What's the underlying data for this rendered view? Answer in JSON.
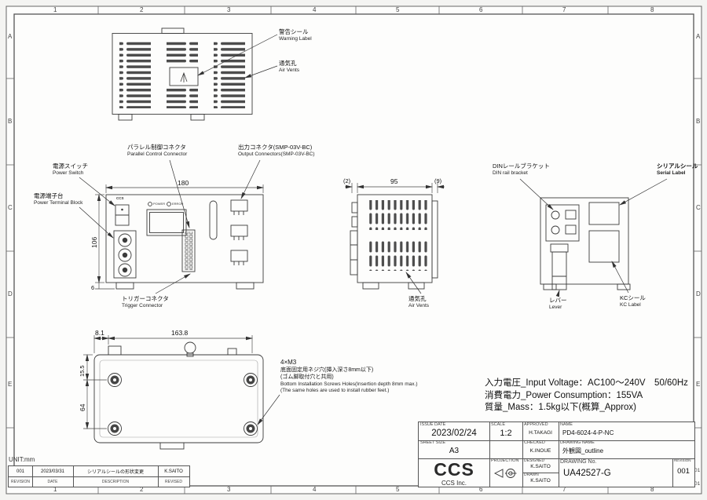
{
  "sheet": {
    "unit": "UNIT:mm",
    "grid_cols": [
      "1",
      "2",
      "3",
      "4",
      "5",
      "6",
      "7",
      "8"
    ],
    "grid_rows": [
      "A",
      "B",
      "C",
      "D",
      "E"
    ],
    "edge_marks": [
      "01",
      "01"
    ]
  },
  "labels": {
    "warning": {
      "jp": "警告シール",
      "en": "Warning Label"
    },
    "vents_top": {
      "jp": "通気孔",
      "en": "Air Vents"
    },
    "parallel": {
      "jp": "パラレル制御コネクタ",
      "en": "Parallel Control Connector"
    },
    "output": {
      "jp": "出力コネクタ(SMP-03V-BC)",
      "en": "Output Connectors(SMP-03V-BC)"
    },
    "power_switch": {
      "jp": "電源スイッチ",
      "en": "Power Switch"
    },
    "terminal": {
      "jp": "電源端子台",
      "en": "Power Terminal Block"
    },
    "trigger": {
      "jp": "トリガーコネクタ",
      "en": "Trigger Connector"
    },
    "vents_side": {
      "jp": "通気孔",
      "en": "Air Vents"
    },
    "din": {
      "jp": "DINレールブラケット",
      "en": "DIN rail bracket"
    },
    "serial": {
      "jp": "シリアルシール",
      "en": "Serial Label"
    },
    "lever": {
      "jp": "レバー",
      "en": "Lever"
    },
    "kc": {
      "jp": "KCシール",
      "en": "KC Label"
    },
    "screws": {
      "line1": "4×M3",
      "line2": "底面固定用ネジ穴(挿入深さ8mm以下)",
      "line3": "(ゴム脚取付穴と共用)",
      "line4": "Bottom Installation Screws Holes(Insertion depth 8mm max.)",
      "line5": "(The same holes are used to install rubber feet.)"
    }
  },
  "dims": {
    "front_width": "180",
    "front_height": "106",
    "front_foot": "6",
    "side_left": "(2)",
    "side_depth": "95",
    "side_right": "(9)",
    "bottom_offset": "8.1",
    "bottom_width": "163.8",
    "bottom_top": "15.5",
    "bottom_height": "64"
  },
  "panel": {
    "brand": "CCS",
    "power": "POWER",
    "error": "ERROR"
  },
  "specs": {
    "line1": "入力電圧_Input Voltage：AC100～240V　50/60Hz",
    "line2": "消費電力_Power Consumption：155VA",
    "line3": "質量_Mass：1.5kg以下(概算_Approx)"
  },
  "title_block": {
    "issue_date_label": "ISSUE DATE",
    "issue_date": "2023/02/24",
    "scale_label": "SCALE",
    "scale": "1:2",
    "approved_label": "APPROVED",
    "approved": "H.TAKAGI",
    "name_label": "NAME",
    "name": "PD4-6024-4-P-NC",
    "sheet_size_label": "SHEET SIZE",
    "sheet_size": "A3",
    "checked_label": "CHECKED",
    "checked": "K.INOUE",
    "drawing_name_label": "DRAWING NAME",
    "drawing_name": "外観図_outline",
    "projection_label": "PROJECTION",
    "designed_label": "DESIGNED",
    "designed": "K.SAITO",
    "drawn_label": "DRAWN",
    "drawn": "K.SAITO",
    "drawing_no_label": "DRAWING No.",
    "drawing_no": "UA42527-G",
    "revision_label": "REVISION",
    "revision": "001",
    "logo": "CCS",
    "company": "CCS Inc."
  },
  "revision_table": {
    "row": {
      "rev": "001",
      "date": "2023/03/31",
      "desc": "シリアルシールの形状変更",
      "by": "K.SAITO"
    },
    "headers": {
      "rev": "REVISION",
      "date": "DATE",
      "desc": "DESCRIPTION",
      "by": "REVISED"
    }
  }
}
